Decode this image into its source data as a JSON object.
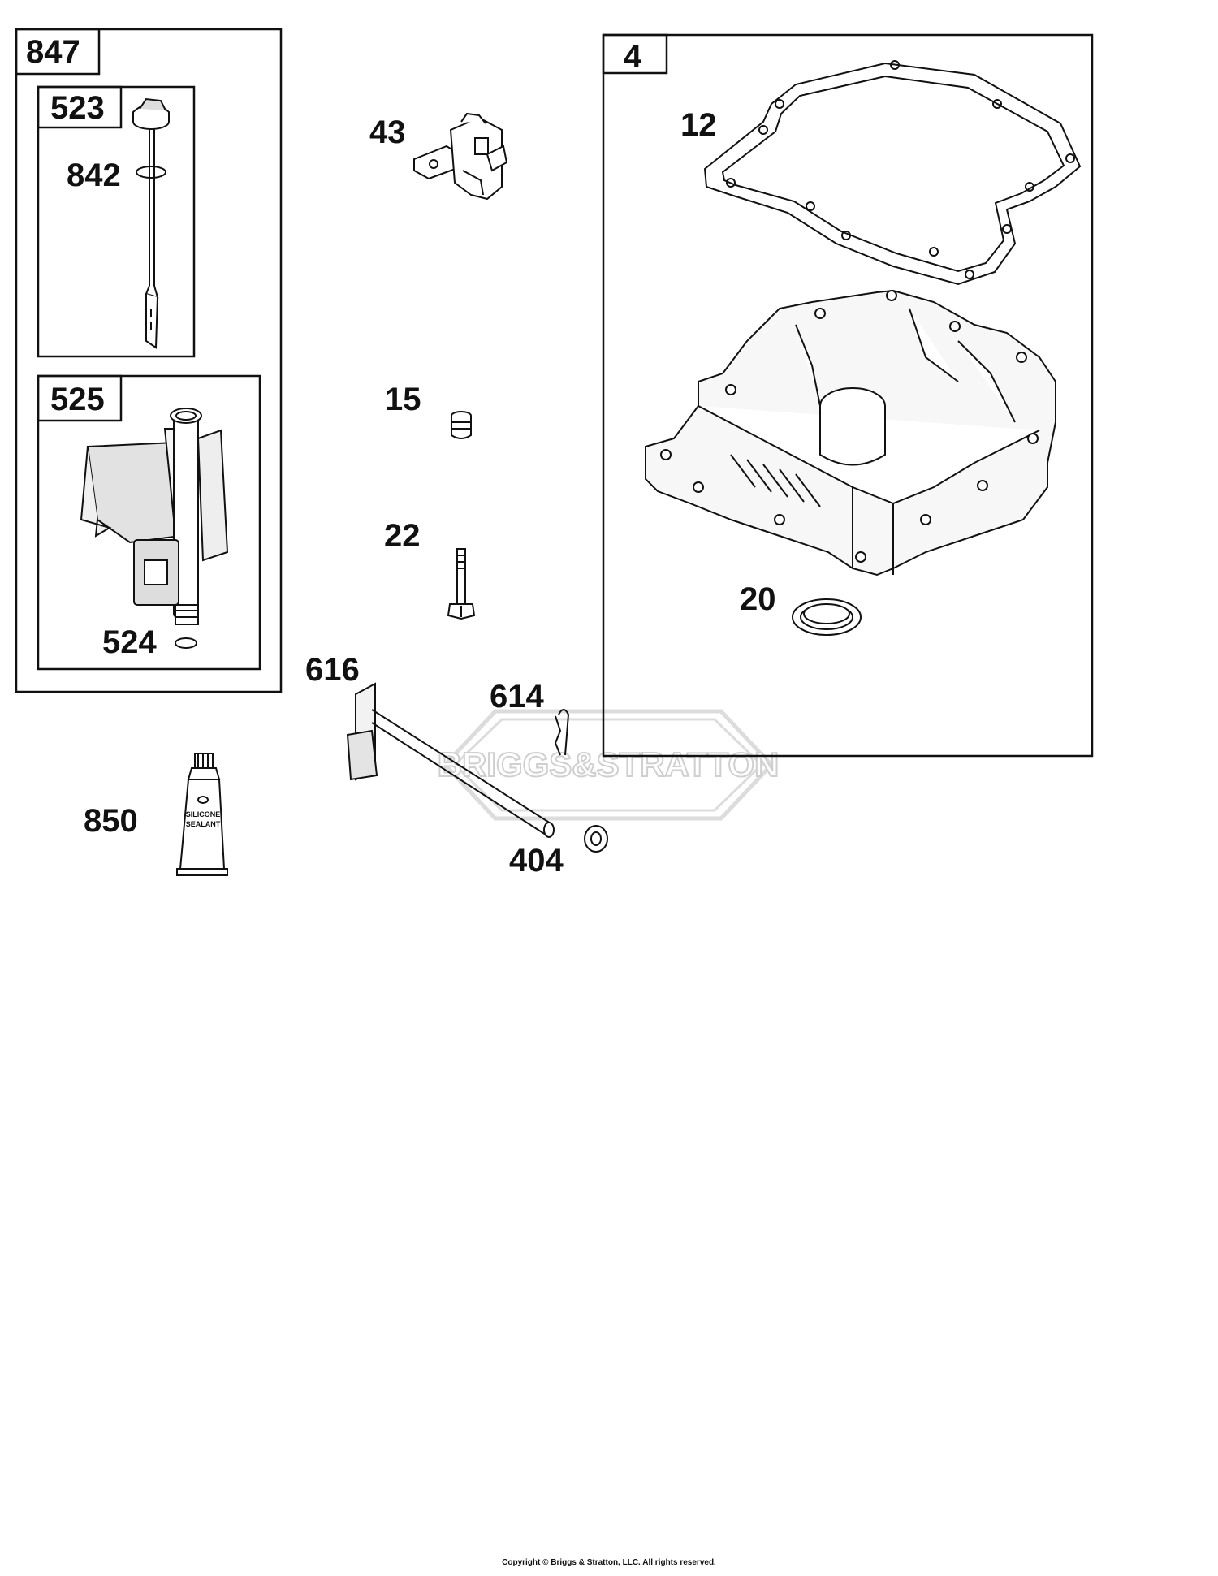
{
  "groups": {
    "kit_847": "847",
    "dipstick_523": "523",
    "tube_525": "525",
    "sump_4": "4"
  },
  "parts": {
    "p842": "842",
    "p524": "524",
    "p43": "43",
    "p15": "15",
    "p22": "22",
    "p616": "616",
    "p614": "614",
    "p404": "404",
    "p850": "850",
    "p12": "12",
    "p20": "20"
  },
  "watermark": "BRIGGS&STRATTON",
  "sealant_tube_text": [
    "SILICONE",
    "SEALANT"
  ],
  "copyright": "Copyright © Briggs & Stratton, LLC. All rights reserved.",
  "colors": {
    "line": "#111111",
    "watermark": "#d9d9d9",
    "background": "#ffffff"
  }
}
